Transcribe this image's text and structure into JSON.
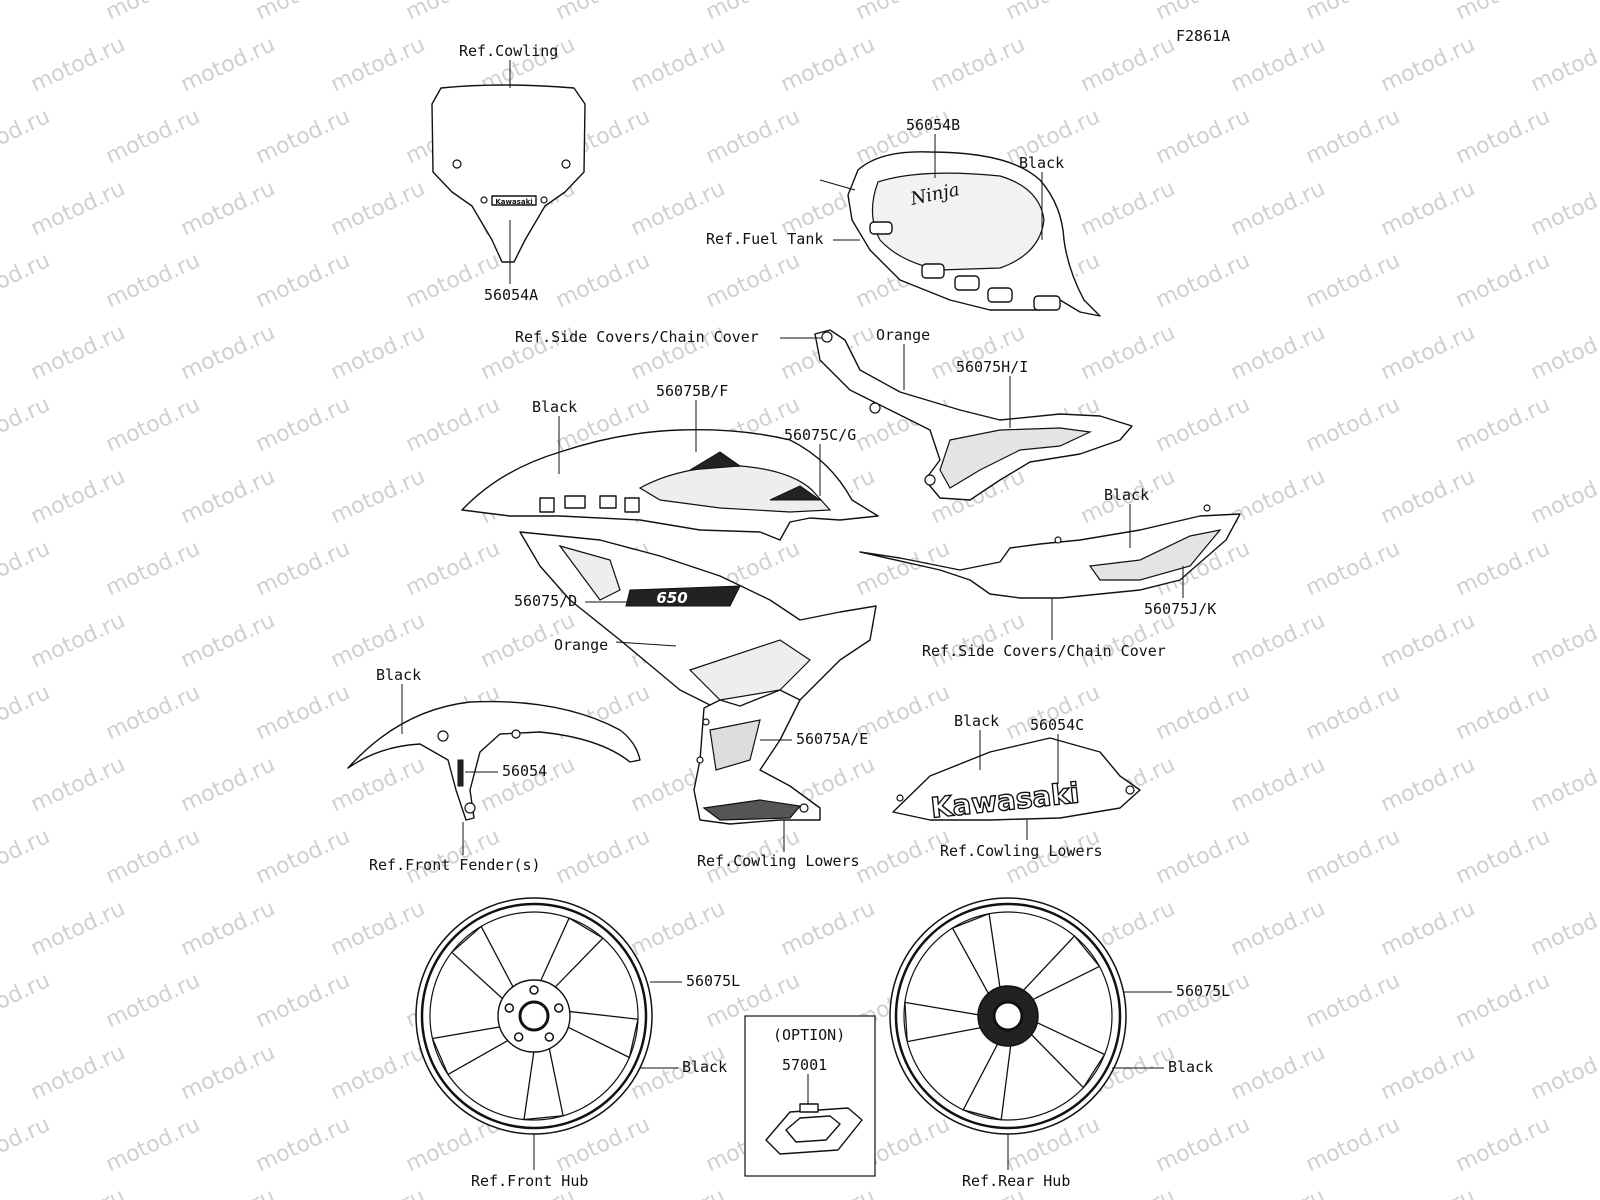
{
  "diagram_code": "F2861A",
  "watermark": "motod.ru",
  "labels": {
    "ref_cowling": "Ref.Cowling",
    "p56054A": "56054A",
    "p56054B": "56054B",
    "black_tank": "Black",
    "ref_fuel_tank": "Ref.Fuel Tank",
    "ref_side_covers_top": "Ref.Side Covers/Chain Cover",
    "orange_side": "Orange",
    "p56075HI": "56075H/I",
    "black_upper": "Black",
    "p56075BF": "56075B/F",
    "p56075CG": "56075C/G",
    "black_rear": "Black",
    "p56075D": "56075/D",
    "p56075JK": "56075J/K",
    "orange_lower": "Orange",
    "ref_side_covers_bottom": "Ref.Side Covers/Chain Cover",
    "black_fender": "Black",
    "p56054": "56054",
    "ref_front_fender": "Ref.Front Fender(s)",
    "p56075AE": "56075A/E",
    "ref_cowling_lowers_left": "Ref.Cowling Lowers",
    "black_lower_cowl": "Black",
    "p56054C": "56054C",
    "ref_cowling_lowers_right": "Ref.Cowling Lowers",
    "p56075L_front": "56075L",
    "black_front_wheel": "Black",
    "ref_front_hub": "Ref.Front Hub",
    "option": "(OPTION)",
    "p57001": "57001",
    "p56075L_rear": "56075L",
    "black_rear_wheel": "Black",
    "ref_rear_hub": "Ref.Rear Hub"
  },
  "decal_text": {
    "windscreen_logo": "Kawasaki",
    "tank_logo": "Ninja",
    "lower_cowl_logo": "Kawasaki",
    "side_number": "650"
  }
}
